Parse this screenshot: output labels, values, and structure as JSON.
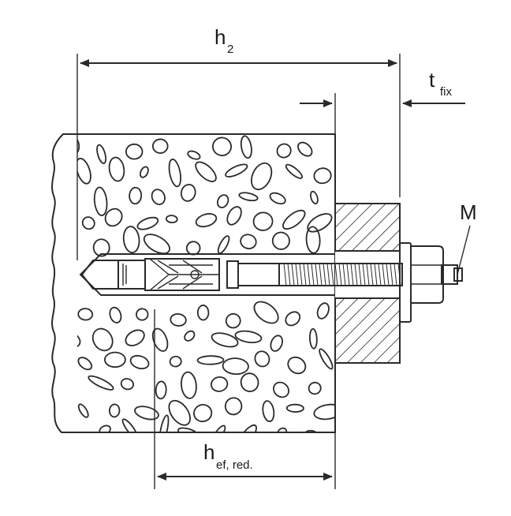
{
  "labels": {
    "h2_main": "h",
    "h2_sub": "2",
    "tfix_main": "t",
    "tfix_sub": "fix",
    "m_label": "M",
    "hef_main": "h",
    "hef_sub": "ef, red."
  },
  "colors": {
    "line": "#2a2a2a",
    "background": "#ffffff"
  }
}
